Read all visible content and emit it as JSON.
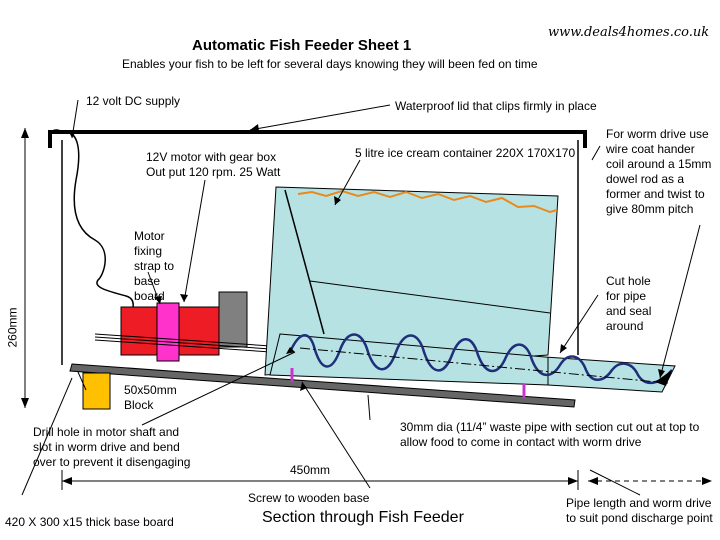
{
  "header": {
    "title": "Automatic Fish Feeder  Sheet 1",
    "subtitle": "Enables your fish to be left for several days knowing they will been fed on time",
    "website": "www.deals4homes.co.uk"
  },
  "labels": {
    "power": "12 volt DC supply",
    "lid": "Waterproof lid that clips firmly in place",
    "motor_line1": "12V motor with gear box",
    "motor_line2": "Out put 120 rpm.  25 Watt",
    "container": "5 litre ice cream container 220X 170X170",
    "worm_note": "For worm drive use\nwire coat hander\ncoil around a 15mm\ndowel rod as a\nformer and twist to\ngive 80mm pitch",
    "strap": "Motor\nfixing\nstrap to\nbase\nboard",
    "cut_hole": "Cut hole\nfor pipe\nand seal\naround",
    "block": "50x50mm\nBlock",
    "height_dim": "260mm",
    "drill": "Drill hole in motor shaft and\nslot in worm drive and bend\nover to prevent it disengaging",
    "pipe": "30mm dia (11/4” waste pipe with section cut out at top to\nallow food to come in contact with worm drive",
    "width_dim": "450mm",
    "screw": "Screw to wooden base",
    "base": "420 X 300 x15 thick base board",
    "caption": "Section through Fish Feeder",
    "pipe_length": "Pipe length and worm drive\nto suit pond discharge point"
  },
  "colors": {
    "water": "#b7e2e4",
    "food_line": "#e88a1c",
    "motor": "#ee1c24",
    "strap": "#ff33cc",
    "gearbox": "#808080",
    "block": "#ffc000",
    "board": "#666666",
    "screw": "#cc33cc",
    "worm": "#1f2f7a"
  }
}
